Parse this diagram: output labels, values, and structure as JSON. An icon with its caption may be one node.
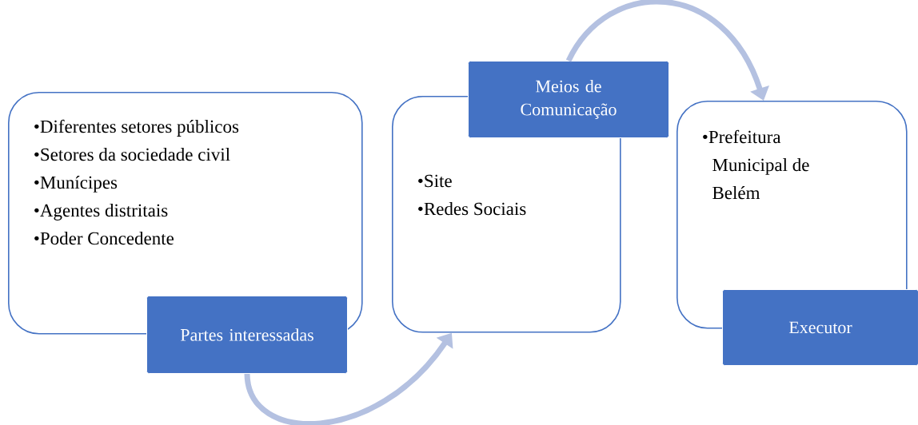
{
  "diagram": {
    "nodes": [
      {
        "text": [
          "•Diferentes setores públicos",
          "•Setores da sociedade civil",
          "•Munícipes",
          "•Agentes distritais",
          "•Poder Concedente"
        ]
      },
      {
        "text": [
          "Partes interessadas"
        ]
      },
      {
        "text": [
          "Meios de Comunicação"
        ]
      },
      {
        "text": [
          "•Site",
          "•Redes Sociais"
        ]
      },
      {
        "text": [
          "•Prefeitura Municipal de Belém"
        ]
      },
      {
        "text": [
          "Executor"
        ]
      }
    ],
    "edges": [
      {
        "from": 1,
        "to": 3,
        "arrow": "to"
      },
      {
        "from": 2,
        "to": 4,
        "arrow": "to"
      }
    ]
  }
}
